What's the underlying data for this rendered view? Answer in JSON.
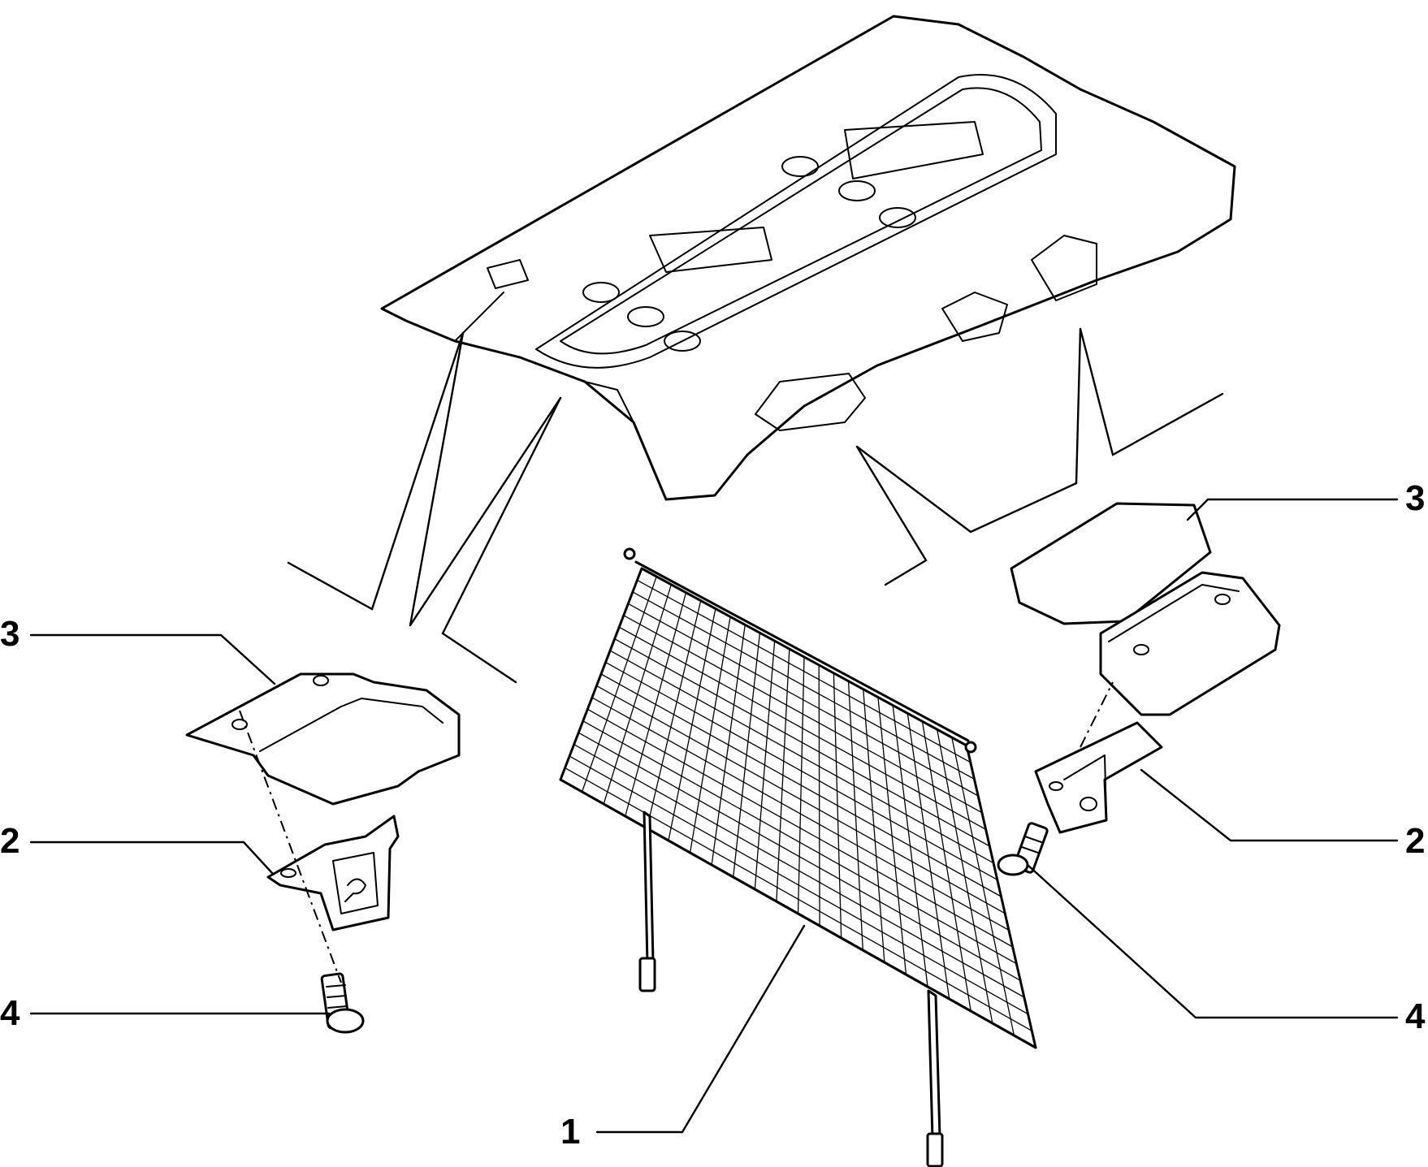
{
  "diagram": {
    "callouts": {
      "net": "1",
      "bracket_left": "2",
      "bracket_right": "2",
      "cover_left": "3",
      "cover_right": "3",
      "screw_left": "4",
      "screw_right": "4"
    },
    "colors": {
      "stroke": "#000000",
      "background": "#ffffff"
    }
  }
}
